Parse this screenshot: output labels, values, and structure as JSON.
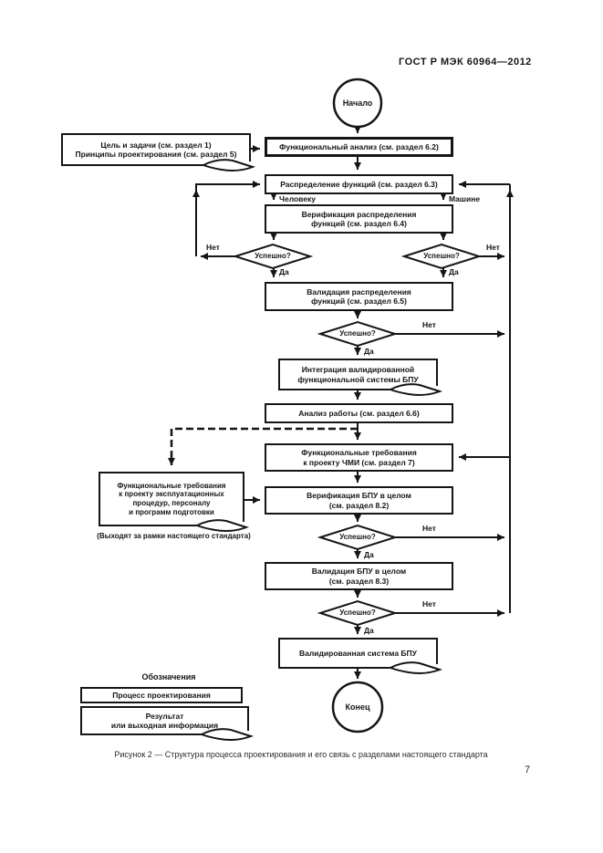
{
  "page": {
    "header": "ГОСТ Р МЭК  60964—2012",
    "caption": "Рисунок 2 — Структура процесса проектирования и его связь с разделами настоящего стандарта",
    "page_number": "7"
  },
  "flowchart": {
    "start_label": "Начало",
    "end_label": "Конец",
    "decision_label": "Успешно?",
    "boxes": {
      "goals": "Цель и задачи (см. раздел 1)\nПринципы проектирования (см. раздел 5)",
      "func_analysis": "Функциональный анализ (см. раздел 6.2)",
      "allocation": "Распределение функций (см. раздел 6.3)",
      "verif_alloc": "Верификация распределения\nфункций (см. раздел 6.4)",
      "valid_alloc": "Валидация распределения\nфункций (см. раздел 6.5)",
      "integration": "Интеграция валидированной\nфункциональной системы БПУ",
      "job_analysis": "Анализ работы (см. раздел 6.6)",
      "hmi_req": "Функциональные требования\nк проекту ЧМИ (см. раздел 7)",
      "ops_req": "Функциональные требования\nк проекту эксплуатационных\nпроцедур, персоналу\nи программ подготовки",
      "ops_note": "(Выходят за рамки настоящего стандарта)",
      "verif_mcr": "Верификация БПУ в целом\n(см. раздел 8.2)",
      "valid_mcr": "Валидация БПУ в целом\n(см. раздел 8.3)",
      "validated_system": "Валидированная система БПУ"
    },
    "edge_labels": {
      "yes": "Да",
      "no": "Нет",
      "human": "Человеку",
      "machine": "Машине"
    },
    "legend": {
      "title": "Обозначения",
      "process": "Процесс проектирования",
      "result": "Результат\nили выходная информация"
    },
    "colors": {
      "ink": "#151515",
      "paper": "#ffffff"
    }
  }
}
